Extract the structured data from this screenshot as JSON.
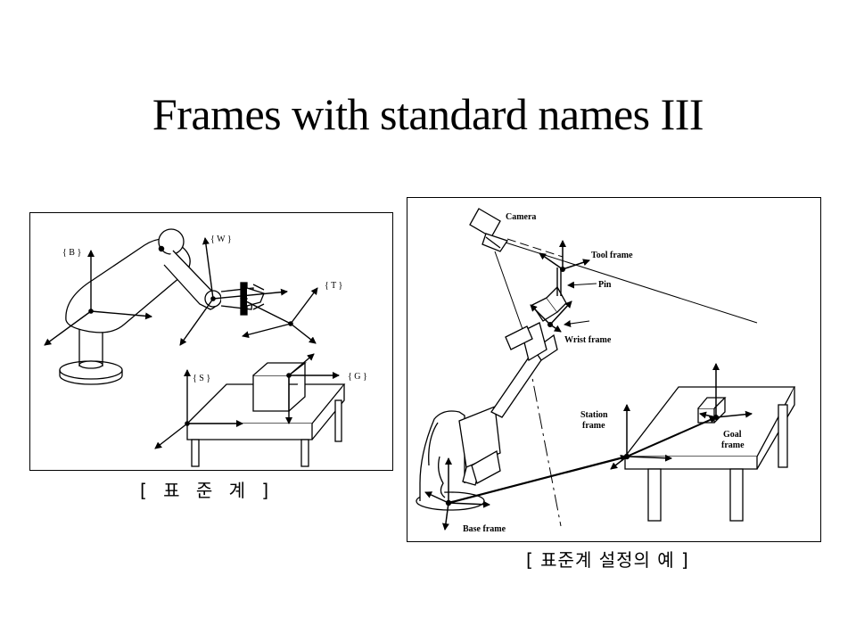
{
  "slide": {
    "title": "Frames with standard names III"
  },
  "left_figure": {
    "caption": "[ 표  준  계 ]",
    "labels": {
      "base": "{ B }",
      "wrist": "{ W }",
      "tool": "{ T }",
      "station": "{ S }",
      "goal": "{ G }"
    }
  },
  "right_figure": {
    "caption": "[ 표준계 설정의 예 ]",
    "labels": {
      "camera": "Camera",
      "tool_frame": "Tool frame",
      "pin": "Pin",
      "wrist_frame": "Wrist frame",
      "station_frame_1": "Station",
      "station_frame_2": "frame",
      "goal_frame_1": "Goal",
      "goal_frame_2": "frame",
      "base_frame": "Base frame"
    }
  }
}
